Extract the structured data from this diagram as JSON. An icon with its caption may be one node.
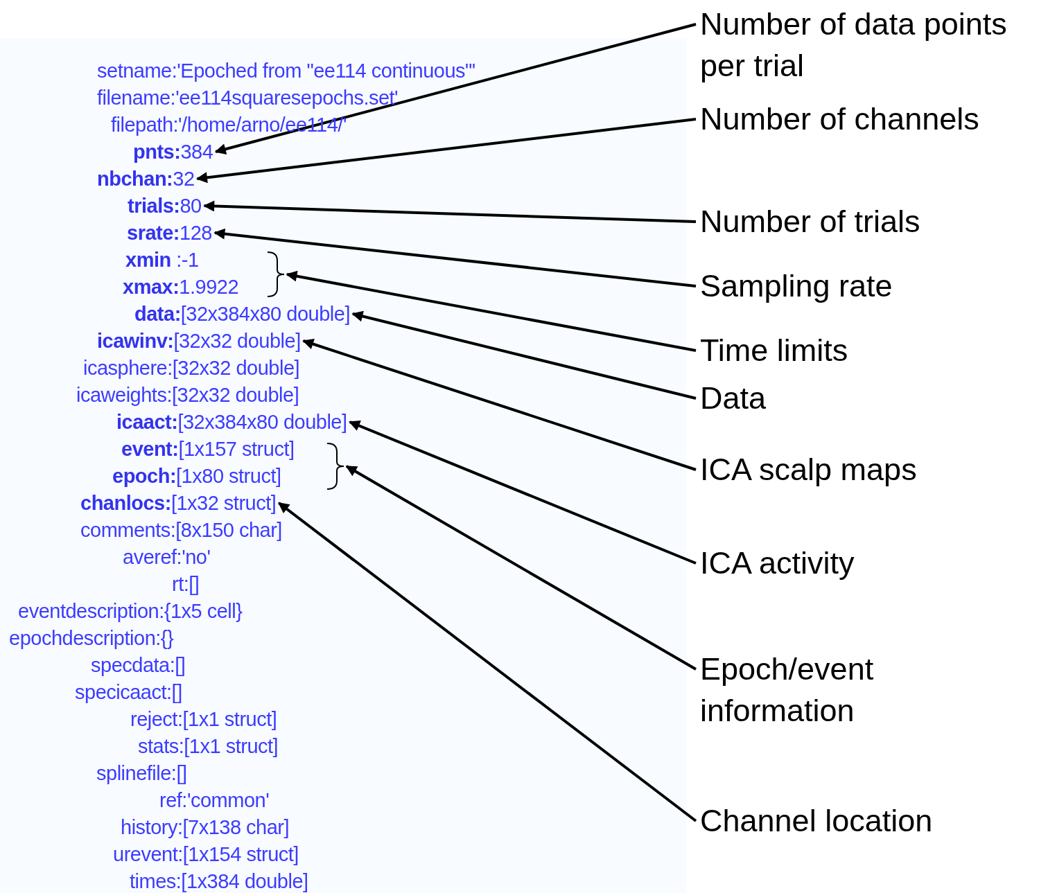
{
  "diagram": {
    "nodes": [
      {
        "text": [
          "Number of data points per trial"
        ]
      },
      {
        "text": [
          "Number of channels"
        ]
      },
      {
        "text": [
          "Number of trials"
        ]
      },
      {
        "text": [
          "Sampling rate"
        ]
      },
      {
        "text": [
          "Time limits"
        ]
      },
      {
        "text": [
          "Data"
        ]
      },
      {
        "text": [
          "ICA scalp maps"
        ]
      },
      {
        "text": [
          "ICA activity"
        ]
      },
      {
        "text": [
          "Epoch/event information"
        ]
      },
      {
        "text": [
          "Channel location"
        ]
      },
      {
        "text": [
          "**pnts:**384"
        ]
      },
      {
        "text": [
          "**nbchan:**32"
        ]
      },
      {
        "text": [
          "**trials:**80"
        ]
      },
      {
        "text": [
          "**srate:**128"
        ]
      },
      {
        "text": [],
        "shape": "bracket"
      },
      {
        "text": [
          "**data:**[32x384x80 double]"
        ]
      },
      {
        "text": [
          "**icawinv:**[32x32 double]"
        ]
      },
      {
        "text": [
          "**icaact:**[32x384x80 double]"
        ]
      },
      {
        "text": [],
        "shape": "bracket"
      },
      {
        "text": [
          "**chanlocs:**[1x32 struct]"
        ]
      }
    ],
    "edges": [
      {
        "from": 0,
        "to": 10,
        "arrow": "to"
      },
      {
        "from": 1,
        "to": 11,
        "arrow": "to"
      },
      {
        "from": 2,
        "to": 12,
        "arrow": "to"
      },
      {
        "from": 3,
        "to": 13,
        "arrow": "to"
      },
      {
        "from": 4,
        "to": 14,
        "arrow": "to"
      },
      {
        "from": 5,
        "to": 15,
        "arrow": "to"
      },
      {
        "from": 6,
        "to": 16,
        "arrow": "to"
      },
      {
        "from": 7,
        "to": 17,
        "arrow": "to"
      },
      {
        "from": 8,
        "to": 18,
        "arrow": "to"
      },
      {
        "from": 9,
        "to": 19,
        "arrow": "to"
      }
    ],
    "labels": [
      "setname:'Epoched from \"ee114 continuous\"'",
      "filename:'ee114squaresepochs.set'",
      "filepath:'/home/arno/ee114/'",
      "**xmin** :-1",
      "**xmax:**1.9922",
      "icasphere:[32x32 double]",
      "icaweights:[32x32 double]",
      "**event:**[1x157 struct]",
      "**epoch:**[1x80 struct]",
      "comments:[8x150 char]",
      "averef:'no'",
      "rt:[]",
      "eventdescription:{1x5 cell}",
      "epochdescription:{}",
      "specdata:[]",
      "specicaact:[]",
      "reject:[1x1 struct]",
      "stats:[1x1 struct]",
      "splinefile:[]",
      "ref:'common'",
      "history:[7x138 char]",
      "urevent:[1x154 struct]",
      "times:[1x384 double]"
    ]
  }
}
